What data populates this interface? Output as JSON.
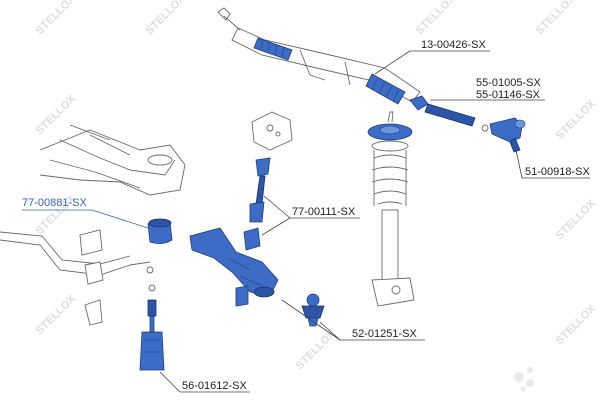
{
  "watermark": {
    "text": "STELLOX"
  },
  "callouts": {
    "steering_rack": "13-00426-SX",
    "tie_rod_a": "55-01005-SX",
    "tie_rod_b": "55-01146-SX",
    "tie_rod_end": "51-00918-SX",
    "bushing": "77-00881-SX",
    "link_rod": "77-00111-SX",
    "ball_joint": "52-01251-SX",
    "stabilizer_link": "56-01612-SX"
  },
  "colors": {
    "part_blue": "#3d6cc6",
    "bushing_label": "#3a62b8",
    "watermark": "#dedede"
  },
  "logo": {
    "text": "Avito"
  }
}
